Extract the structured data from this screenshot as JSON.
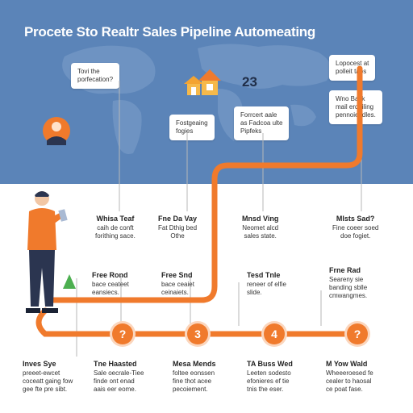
{
  "title": "Procete Sto Realtr Sales Pipeline Automeating",
  "badge_number": "23",
  "bubbles": {
    "top_left": [
      "Tovi the",
      "porfecation?"
    ],
    "mid": [
      "Fostgeaing",
      "fogies"
    ],
    "center": [
      "Forrcert aale",
      "as Fadcoa ulte",
      "Pipfeks"
    ],
    "right_top": [
      "Lopocest at",
      "polleit tabs"
    ],
    "right_mid": [
      "Wno Back",
      "mail erdoiling",
      "pennoieedles."
    ]
  },
  "labels": {
    "row1_a": {
      "title": "Whisa Teaf",
      "lines": [
        "caih de conft",
        "forithing sace."
      ]
    },
    "row1_b": {
      "title": "Fne Da Vay",
      "lines": [
        "Fat Dthig bed",
        "Othe"
      ]
    },
    "row1_c": {
      "title": "Mnsd Ving",
      "lines": [
        "Neomet alcd",
        "sales state."
      ]
    },
    "row1_d": {
      "title": "Mlsts Sad?",
      "lines": [
        "Fine coeer soed",
        "doe fogiet."
      ]
    },
    "row2_a": {
      "title": "Free Rond",
      "lines": [
        "bace ceateet",
        "eansiecs."
      ]
    },
    "row2_b": {
      "title": "Free Snd",
      "lines": [
        "bace ceaiet",
        "ceinaiets."
      ]
    },
    "row2_c": {
      "title": "Tesd Tnle",
      "lines": [
        "reneer of elfie",
        "slide."
      ]
    },
    "row2_d": {
      "title": "Frne Rad",
      "lines": [
        "Seareny sie",
        "banding sblle",
        "cmwangmes."
      ]
    },
    "row3_a": {
      "title": "Inves Sye",
      "lines": [
        "preeet-ewcet",
        "coceatt gaing fow",
        "gee fte pre sibt."
      ]
    },
    "row3_b": {
      "title": "Tne Haasted",
      "lines": [
        "Sale oecrale-Tiee",
        "finde ont enad",
        "aais eer eome."
      ]
    },
    "row3_c": {
      "title": "Mesa Mends",
      "lines": [
        "foltee eonssen",
        "fine thot acee",
        "pecoiement."
      ]
    },
    "row3_d": {
      "title": "TA Buss Wed",
      "lines": [
        "Leeten sodesto",
        "efonieres ef tie",
        "tnis the eser."
      ]
    },
    "row3_e": {
      "title": "M Yow Wald",
      "lines": [
        "Wheeeroesed fe",
        "cealer to haosal",
        "ce poat fase."
      ]
    }
  },
  "steps": [
    "?",
    "3",
    "4",
    "?"
  ],
  "colors": {
    "sky": "#5b84b8",
    "accent": "#f07a2c",
    "dark": "#1f2d47"
  }
}
